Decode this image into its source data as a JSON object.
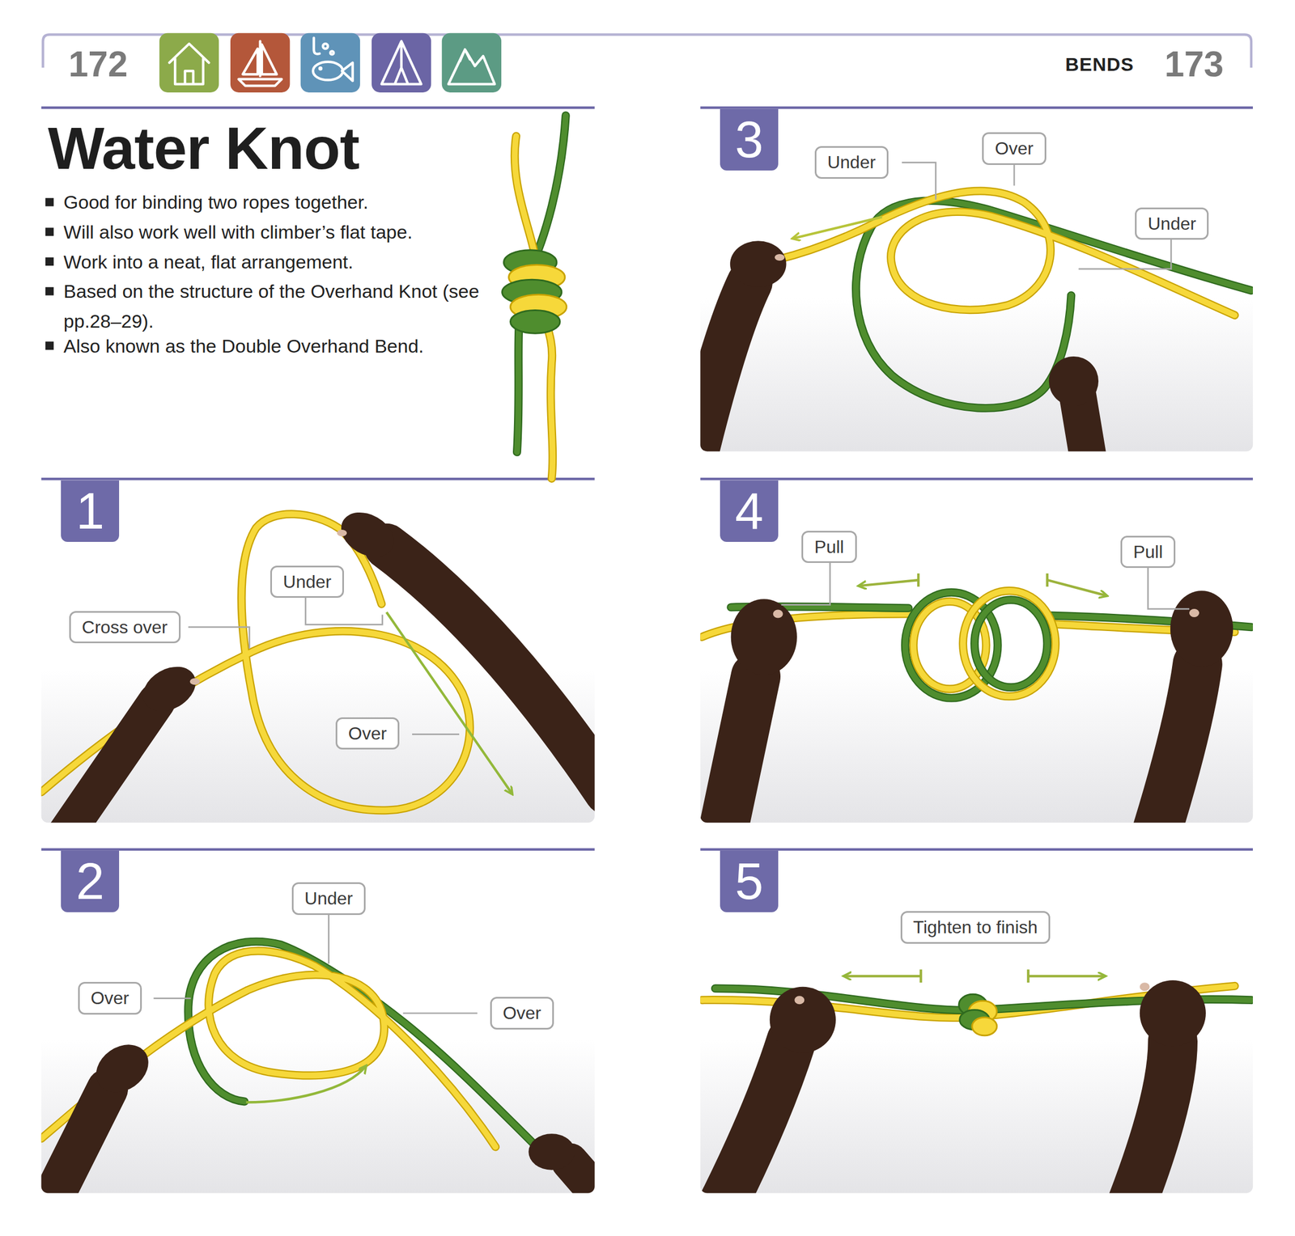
{
  "diagram": {
    "title": "Water Knot",
    "nodes": [
      {
        "text": [
          "1"
        ]
      },
      {
        "text": [
          "Under"
        ]
      },
      {
        "text": [
          "Cross over"
        ]
      },
      {
        "text": [
          "Over"
        ]
      },
      {
        "text": [
          "2"
        ]
      },
      {
        "text": [
          "Under"
        ]
      },
      {
        "text": [
          "Over"
        ]
      },
      {
        "text": [
          "Over"
        ]
      },
      {
        "text": [
          "3"
        ]
      },
      {
        "text": [
          "Under"
        ]
      },
      {
        "text": [
          "Over"
        ]
      },
      {
        "text": [
          "Under"
        ]
      },
      {
        "text": [
          "4"
        ]
      },
      {
        "text": [
          "Pull"
        ]
      },
      {
        "text": [
          "Pull"
        ]
      },
      {
        "text": [
          "5"
        ]
      },
      {
        "text": [
          "Tighten to finish"
        ]
      }
    ],
    "labels": [
      "172",
      "BENDS",
      "173",
      "Good for binding two ropes together.",
      "Will also work well with climber’s flat tape.",
      "Work into a neat, flat arrangement.",
      "Based on the structure of the Overhand Knot (see pp.28–29).",
      "Also known as the Double Overhand Bend."
    ]
  }
}
